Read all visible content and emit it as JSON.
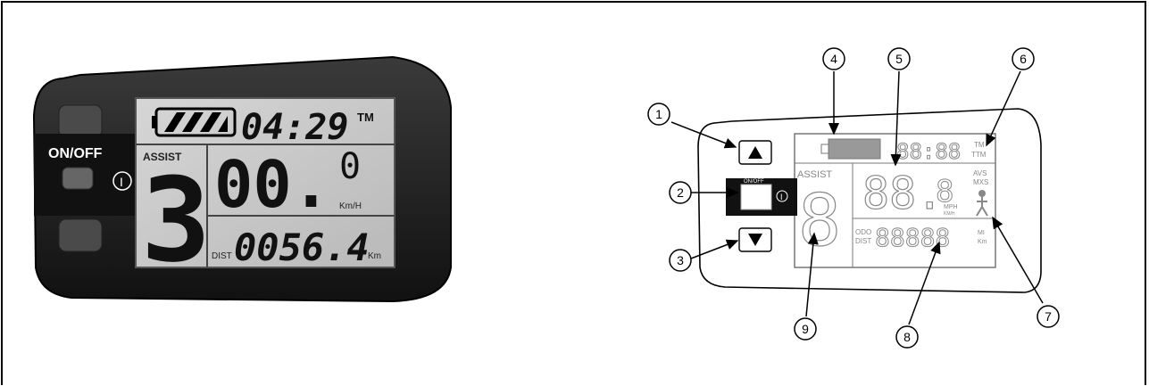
{
  "photo": {
    "on_off_label": "ON/OFF",
    "power_symbol": "I",
    "time": "04:29",
    "time_tag": "TM",
    "assist_label": "ASSIST",
    "assist_level": "3",
    "speed": "00.",
    "speed_decimal": "0",
    "speed_unit": "Km/H",
    "dist_label": "DIST",
    "distance": "0056.4",
    "distance_unit": "Km"
  },
  "diagram": {
    "onoff_label": "ON/OFF",
    "power_symbol": "I",
    "time_digits": "88:88",
    "tm_label": "TM",
    "ttm_label": "TTM",
    "assist_label": "ASSIST",
    "assist_digit": "8",
    "speed_digits": "88.",
    "speed_decimal": "8",
    "avs_label": "AVS",
    "mxs_label": "MXS",
    "mph_label": "MPH",
    "kmh_label": "KM/H",
    "odo_label": "ODO",
    "dist_label": "DIST",
    "odo_digits": "88888",
    "mi_label": "MI",
    "km_label": "Km",
    "callouts": [
      "1",
      "2",
      "3",
      "4",
      "5",
      "6",
      "7",
      "8",
      "9"
    ]
  }
}
